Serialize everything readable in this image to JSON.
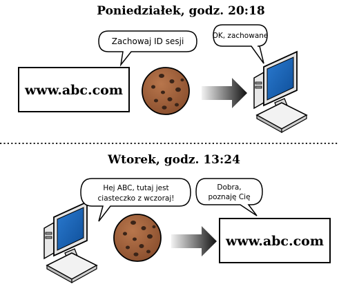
{
  "scene1": {
    "title": "Poniedziałek, godz. 20:18",
    "site_label": "www.abc.com",
    "site_bubble": "Zachowaj ID sesji",
    "computer_bubble": "OK, zachowane"
  },
  "scene2": {
    "title": "Wtorek, godz. 13:24",
    "computer_bubble_line1": "Hej ABC, tutaj jest",
    "computer_bubble_line2": "ciasteczko z wczoraj!",
    "site_bubble_line1": "Dobra,",
    "site_bubble_line2": "poznaję Cię",
    "site_label": "www.abc.com"
  },
  "colors": {
    "cookie": "#a0603a",
    "chip": "#3a2418",
    "screen": "#1a63b5",
    "arrow_dark": "#111111",
    "arrow_light": "#dddddd"
  },
  "icons": [
    "cookie-icon",
    "computer-icon",
    "arrow-icon"
  ]
}
